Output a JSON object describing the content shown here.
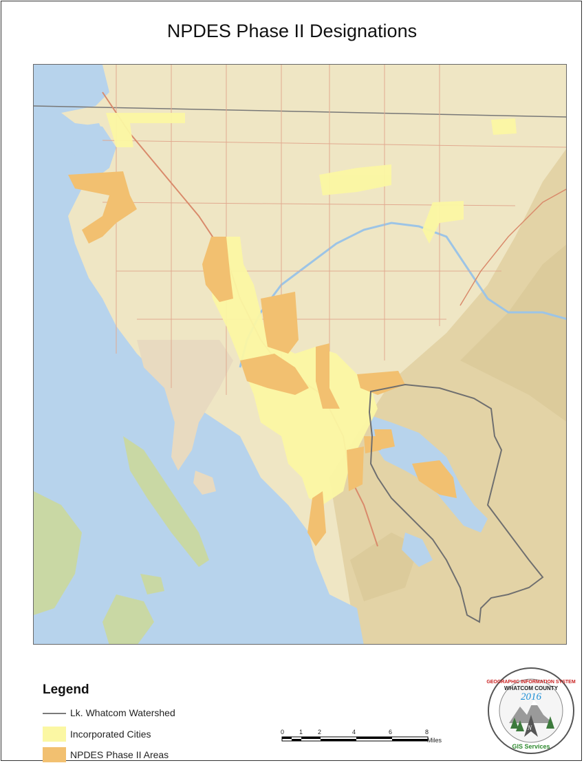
{
  "title": "NPDES Phase II Designations",
  "legend": {
    "heading": "Legend",
    "items": [
      {
        "label": "Lk. Whatcom Watershed",
        "symbol": "line",
        "color": "#7a7a7a"
      },
      {
        "label": "Incorporated Cities",
        "symbol": "fill",
        "color": "#fbf7a3"
      },
      {
        "label": "NPDES Phase II Areas",
        "symbol": "fill",
        "color": "#f2c070"
      }
    ]
  },
  "scalebar": {
    "ticks": [
      "0",
      "1",
      "2",
      "4",
      "6",
      "8"
    ],
    "unit": "Miles"
  },
  "logo": {
    "ring_text": "GEOGRAPHIC INFORMATION SYSTEM",
    "county_text": "WHATCOM COUNTY",
    "year": "2016",
    "bottom_text": "GIS Services",
    "north_label": "N"
  },
  "map": {
    "colors": {
      "water": "#b7d3ec",
      "land": "#efe6c4",
      "hills": "#e3d3a6",
      "forest": "#c9d8a4",
      "cities": "#fbf7a3",
      "npdes": "#f2c070",
      "roads": "#d98a6b",
      "watershed": "#6f6f6f",
      "rivers": "#9cc4e6"
    }
  }
}
